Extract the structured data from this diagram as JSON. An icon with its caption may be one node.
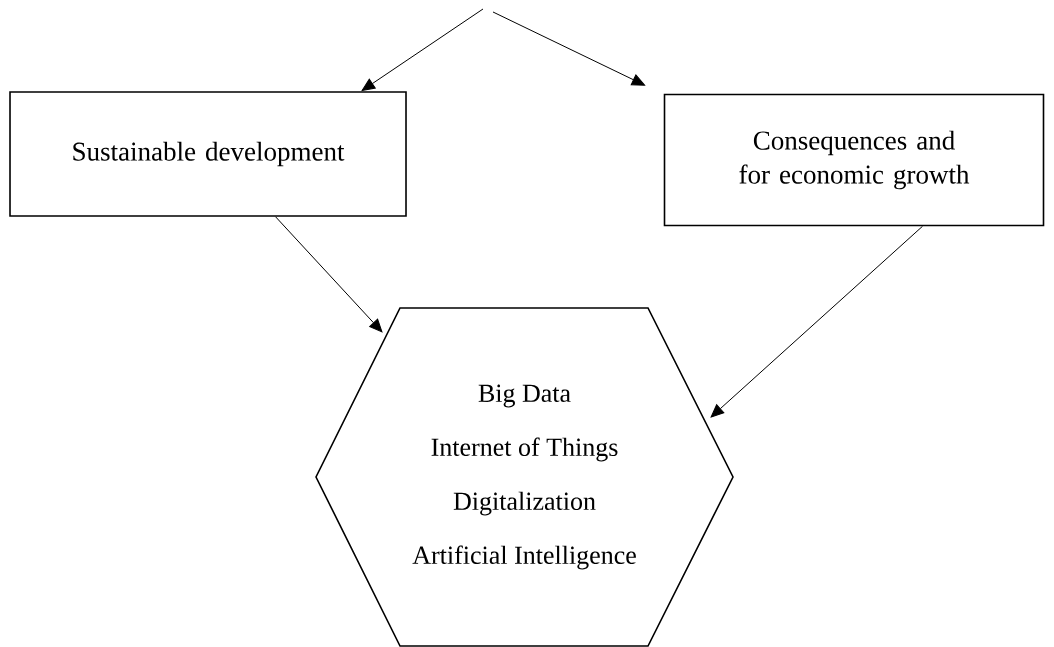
{
  "diagram": {
    "nodes": [
      {
        "text": [
          "Sustainable development"
        ]
      },
      {
        "text": [
          "Consequences and for economic growth"
        ]
      },
      {
        "text": [
          "Big Data",
          "Internet of Things",
          "Digitalization",
          "Artificial Intelligence"
        ]
      }
    ],
    "edges": [
      {
        "from": null,
        "to": 0,
        "arrow": "to"
      },
      {
        "from": null,
        "to": 1,
        "arrow": "to"
      },
      {
        "from": 0,
        "to": 2,
        "arrow": "to"
      },
      {
        "from": 1,
        "to": 2,
        "arrow": "to"
      }
    ]
  }
}
